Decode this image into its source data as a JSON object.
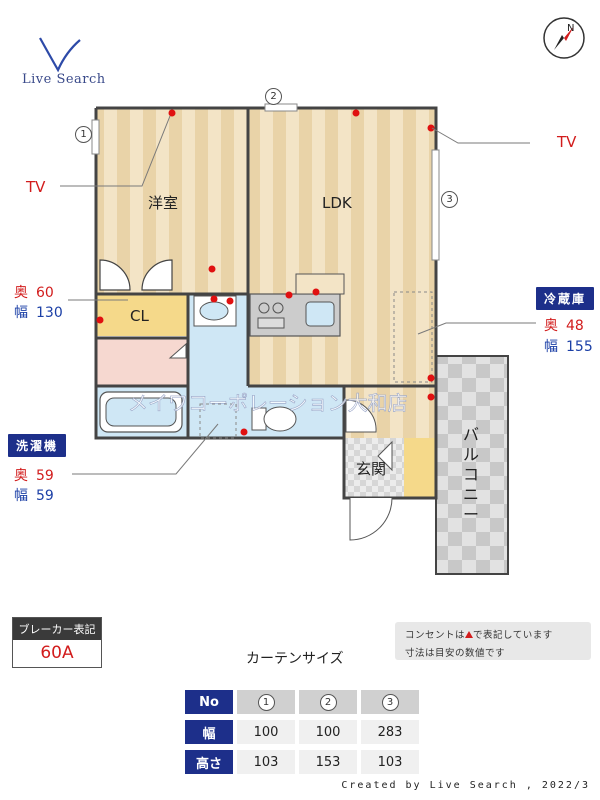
{
  "logo": {
    "text": "Live Search"
  },
  "compass": {
    "letter": "N"
  },
  "plan": {
    "rooms": {
      "western": "洋室",
      "ldk": "LDK",
      "closet": "CL",
      "entrance": "玄関",
      "balcony": "バルコニー"
    },
    "windows": {
      "w1": "1",
      "w2": "2",
      "w3": "3"
    },
    "watermark": "メイワコーポレーション大和店",
    "colors": {
      "floor_light": "#f3e4c6",
      "floor_dark": "#e7cfa1",
      "wet_area": "#cfe7f5",
      "wall": "#444444",
      "outlet": "#e01010"
    }
  },
  "callouts": {
    "tv_left": "TV",
    "tv_right": "TV",
    "closet": {
      "depth_key": "奥",
      "depth_val": "60",
      "width_key": "幅",
      "width_val": "130"
    },
    "fridge": {
      "title": "冷蔵庫",
      "depth_key": "奥",
      "depth_val": "48",
      "width_key": "幅",
      "width_val": "155"
    },
    "washer": {
      "title": "洗濯機",
      "depth_key": "奥",
      "depth_val": "59",
      "width_key": "幅",
      "width_val": "59"
    }
  },
  "breaker": {
    "label": "ブレーカー表記",
    "value": "60A"
  },
  "notes": {
    "line1_pre": "コンセントは",
    "line1_post": "で表記しています",
    "line2": "寸法は目安の数値です"
  },
  "curtain": {
    "title": "カーテンサイズ",
    "header_label": "No",
    "col_ids": [
      "1",
      "2",
      "3"
    ],
    "width_label": "幅",
    "widths": [
      "100",
      "100",
      "283"
    ],
    "height_label": "高さ",
    "heights": [
      "103",
      "153",
      "103"
    ]
  },
  "credit": "Created by Live Search , 2022/3"
}
